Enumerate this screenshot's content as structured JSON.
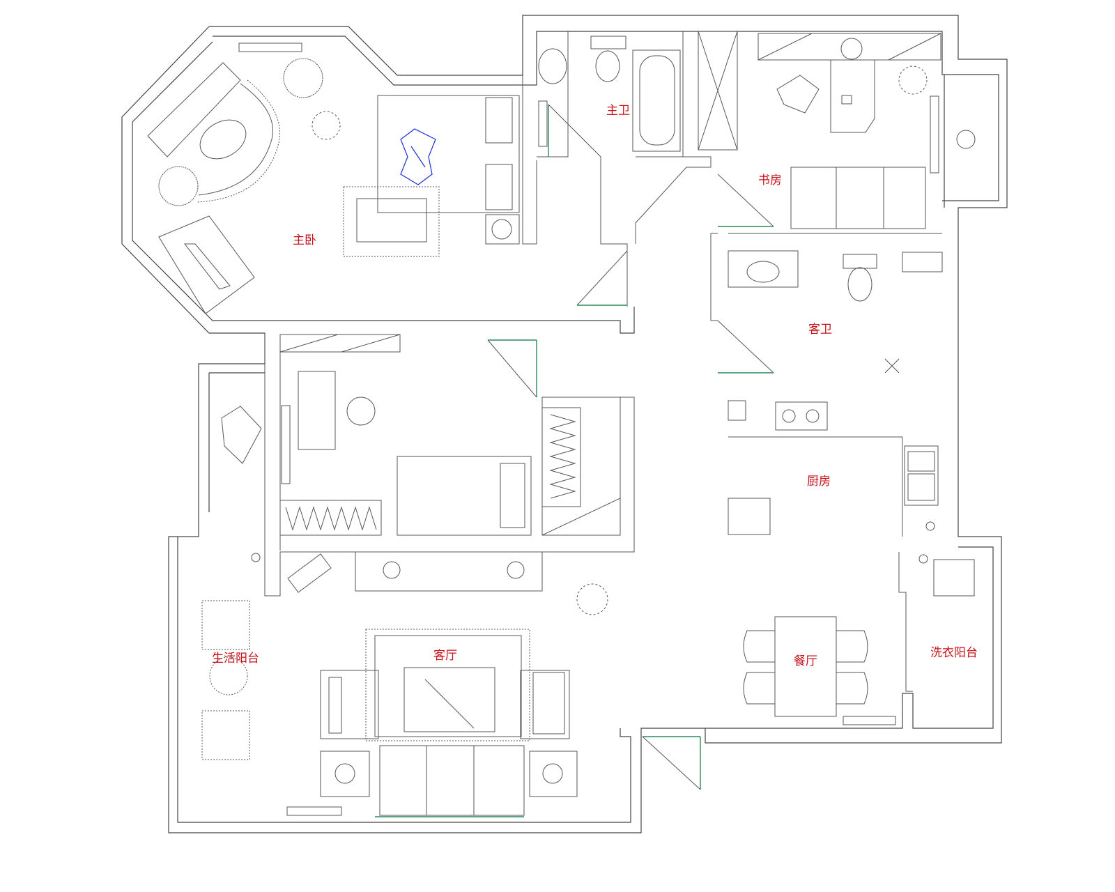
{
  "floor_plan": {
    "rooms": {
      "master_bedroom": "主卧",
      "master_bath": "主卫",
      "study": "书房",
      "guest_bath": "客卫",
      "kitchen": "厨房",
      "living_room": "客厅",
      "dining_room": "餐厅",
      "service_balcony": "生活阳台",
      "laundry_balcony": "洗衣阳台"
    },
    "colors": {
      "wall": "#444444",
      "label": "#c8121a",
      "door_leaf": "#2a8a5a",
      "highlight": "#1a2fd0"
    }
  }
}
